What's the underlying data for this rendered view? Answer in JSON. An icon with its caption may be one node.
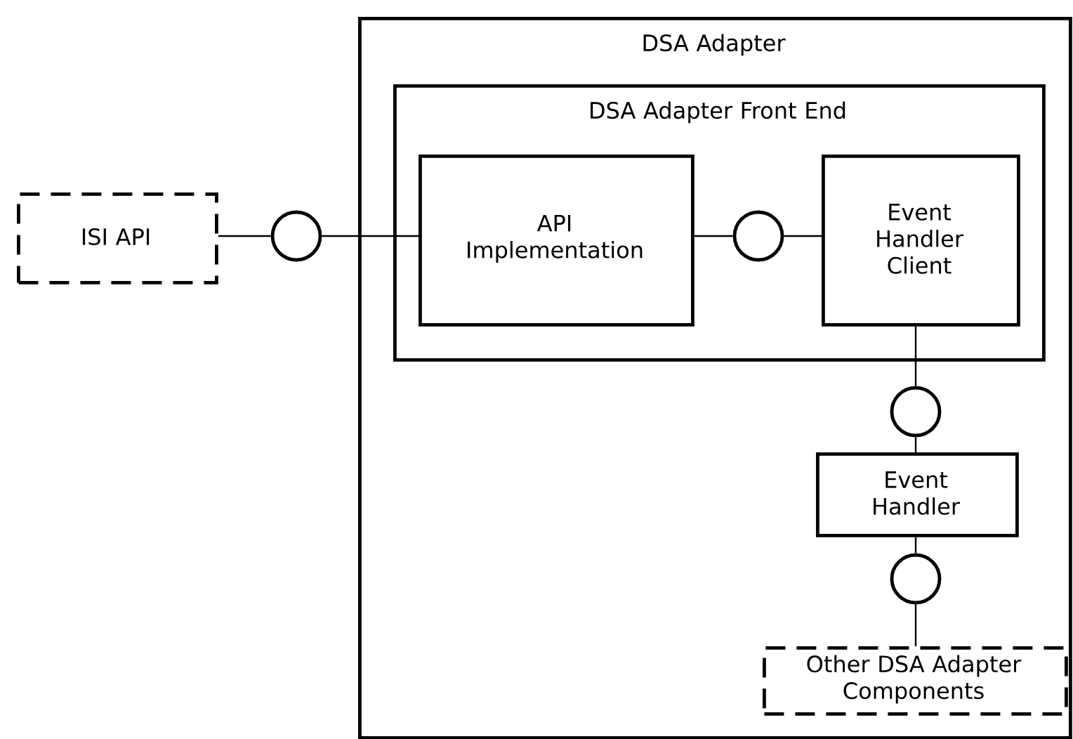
{
  "diagram": {
    "nodes": [
      {
        "text": [
          "DSA Adapter"
        ]
      },
      {
        "text": [
          "DSA Adapter Front End"
        ],
        "in": 0
      },
      {
        "text": [
          "API Implementation"
        ],
        "in": 1
      },
      {
        "text": [
          "Event Handler Client"
        ],
        "in": 1
      },
      {
        "text": [
          "Event Handler"
        ],
        "in": 0
      },
      {
        "text": [
          "Other DSA Adapter Components"
        ],
        "in": 0
      },
      {
        "text": [
          "ISI API"
        ]
      },
      {
        "text": [],
        "shape": "circle"
      },
      {
        "text": [],
        "shape": "circle",
        "in": 1
      },
      {
        "text": [],
        "shape": "circle",
        "in": 0
      },
      {
        "text": [],
        "shape": "circle",
        "in": 0
      }
    ],
    "edges": [
      {
        "from": 6,
        "to": 7,
        "arrow": "none"
      },
      {
        "from": 7,
        "to": 2,
        "arrow": "none"
      },
      {
        "from": 2,
        "to": 8,
        "arrow": "none"
      },
      {
        "from": 8,
        "to": 3,
        "arrow": "none"
      },
      {
        "from": 3,
        "to": 9,
        "arrow": "none"
      },
      {
        "from": 9,
        "to": 4,
        "arrow": "none"
      },
      {
        "from": 4,
        "to": 10,
        "arrow": "none"
      },
      {
        "from": 10,
        "to": 5,
        "arrow": "none"
      }
    ]
  }
}
